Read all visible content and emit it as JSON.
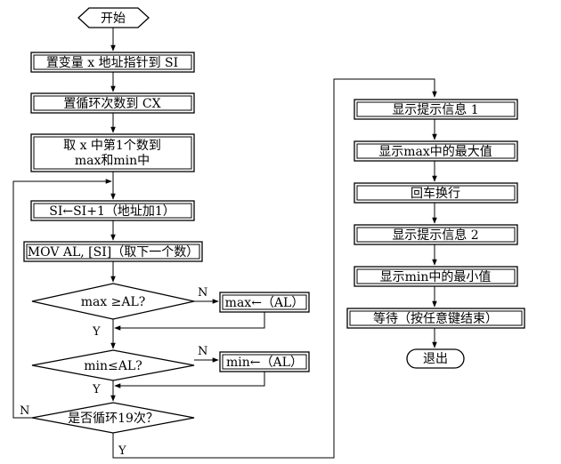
{
  "start": "开始",
  "end": "退出",
  "left": {
    "step1": "置变量 x 地址指针到 SI",
    "step2": "置循环次数到 CX",
    "step3_line1": "取 x 中第1个数到",
    "step3_line2": "max和min中",
    "step4": "SI←SI+1（地址加1）",
    "step5": "MOV AL, [SI]（取下一个数）",
    "cond1": "max ≥AL?",
    "assign1": "max←（AL）",
    "cond2": "min≤AL?",
    "assign2": "min←（AL）",
    "cond3": "是否循环19次？"
  },
  "right": {
    "step1": "显示提示信息 1",
    "step2": "显示max中的最大值",
    "step3": "回车换行",
    "step4": "显示提示信息 2",
    "step5": "显示min中的最小值",
    "step6": "等待（按任意键结束）"
  },
  "labels": {
    "yes": "Y",
    "no": "N"
  }
}
